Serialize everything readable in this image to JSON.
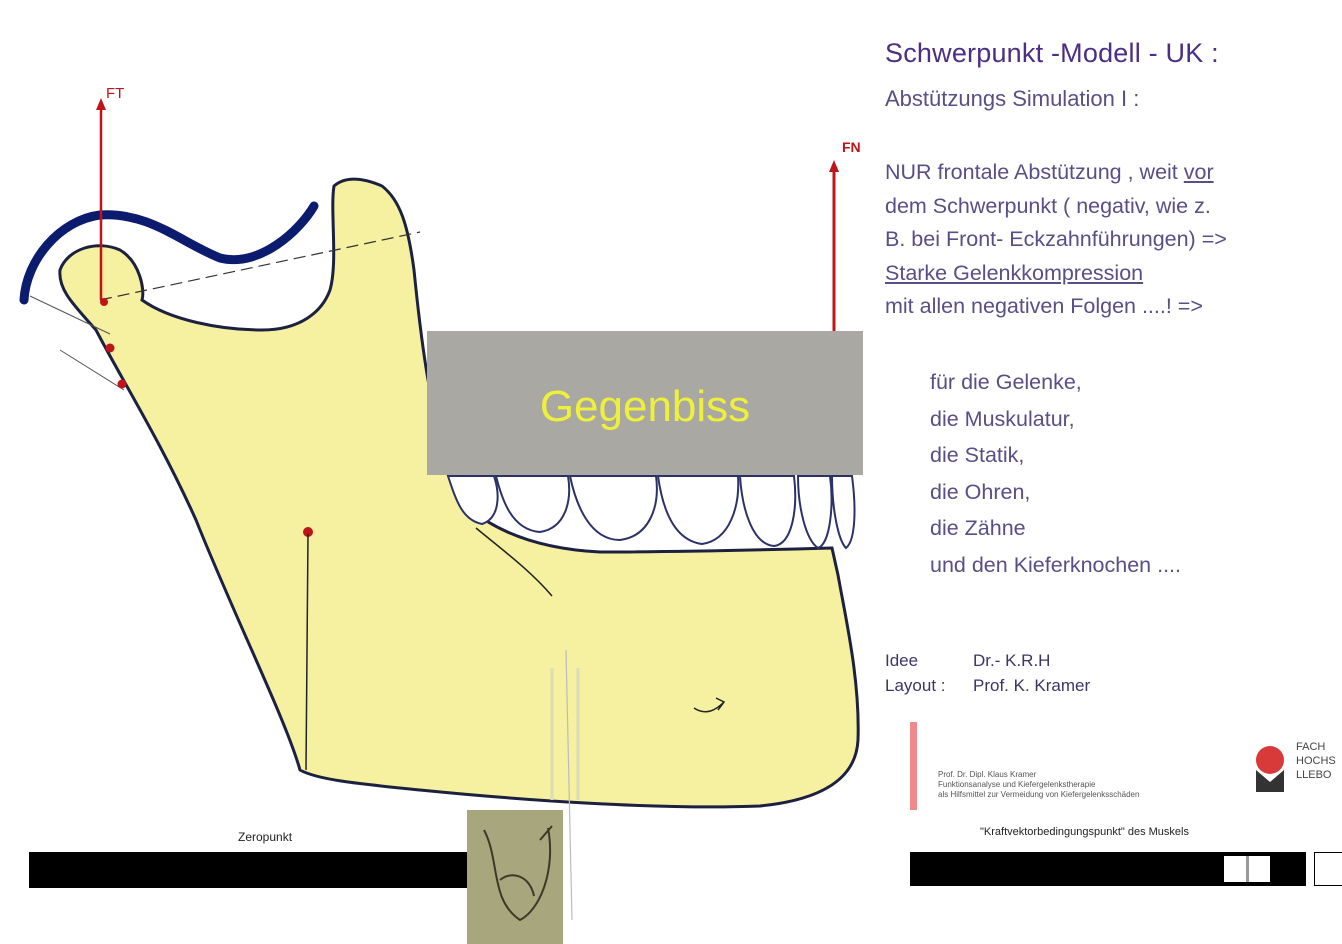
{
  "title": "Schwerpunkt -Modell - UK   :",
  "subtitle": "Abstützungs Simulation I  :",
  "paragraph": {
    "line1_prefix": "NUR frontale Abstützung , weit ",
    "line1_underlined": "vor",
    "line2": "dem Schwerpunkt ( negativ, wie z.",
    "line3": "B. bei Front- Eckzahnführungen)  =>",
    "line4_underlined": "Starke Gelenkkompression",
    "line5": "mit allen negativen Folgen ....! =>"
  },
  "effects": [
    "für die Gelenke,",
    "die Muskulatur,",
    "die Statik,",
    "die Ohren,",
    "die Zähne",
    "und den Kieferknochen ...."
  ],
  "credits": {
    "idea_label": "Idee",
    "idea_value": "Dr.- K.R.H",
    "layout_label": "Layout :",
    "layout_value": "Prof. K. Kramer"
  },
  "diagram": {
    "overlay_label": "Gegenbiss",
    "force_left_label": "FT",
    "force_right_label": "FN",
    "left_caption": "Zeropunkt",
    "right_caption": "\"Kraftvektorbedingungspunkt\" des Muskels",
    "small_credits": [
      "Prof. Dr. Dipl. Klaus Kramer",
      "Funktionsanalyse und Kiefergelenkstherapie",
      "als Hilfsmittel zur Vermeidung von Kiefergelenksschäden"
    ],
    "logo_text": [
      "FACH",
      "HOCHS",
      "LLEBO"
    ]
  },
  "colors": {
    "jaw_fill": "#f6f1a0",
    "force_arrow": "#c0141b",
    "fossa_arc": "#0b1b6e",
    "title": "#4b2f86",
    "body_text": "#5a4e86",
    "overlay_box": "#a9a8a2",
    "overlay_text": "#eef03a",
    "accent_bar": "#f08a8a"
  }
}
